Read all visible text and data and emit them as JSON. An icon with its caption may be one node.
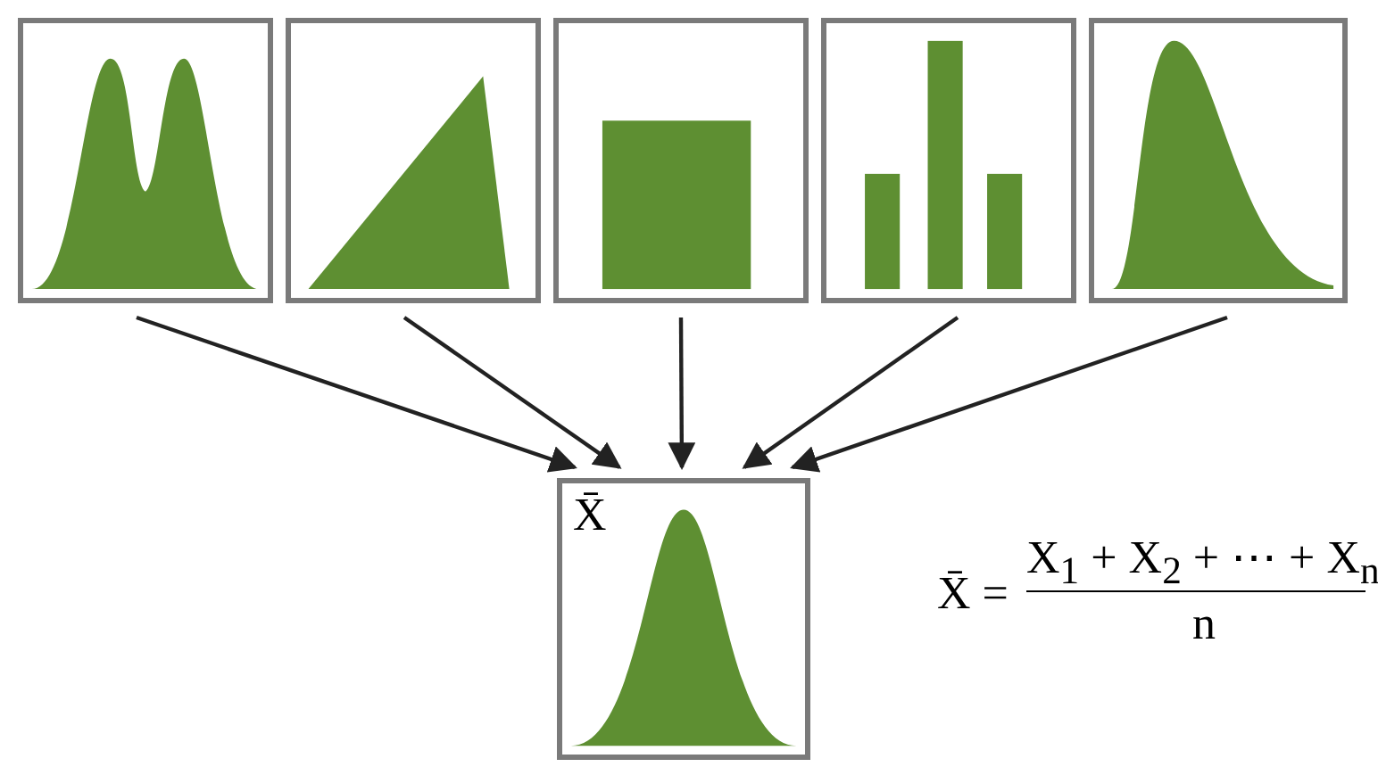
{
  "diagram": {
    "nodes": [
      {
        "text": [],
        "shape": "picture"
      },
      {
        "text": [],
        "shape": "picture"
      },
      {
        "text": [],
        "shape": "picture"
      },
      {
        "text": [],
        "shape": "picture"
      },
      {
        "text": [],
        "shape": "picture"
      },
      {
        "text": [
          "X̄"
        ]
      }
    ],
    "edges": [
      {
        "from": 0,
        "to": 5,
        "arrow": "to"
      },
      {
        "from": 1,
        "to": 5,
        "arrow": "to"
      },
      {
        "from": 2,
        "to": 5,
        "arrow": "to"
      },
      {
        "from": 3,
        "to": 5,
        "arrow": "to"
      },
      {
        "from": 4,
        "to": 5,
        "arrow": "to"
      }
    ],
    "labels": [
      "X̄ =",
      "X$_{1}$ + X$_{2}$ + ⋯ + X$_{n}$",
      "n"
    ]
  }
}
